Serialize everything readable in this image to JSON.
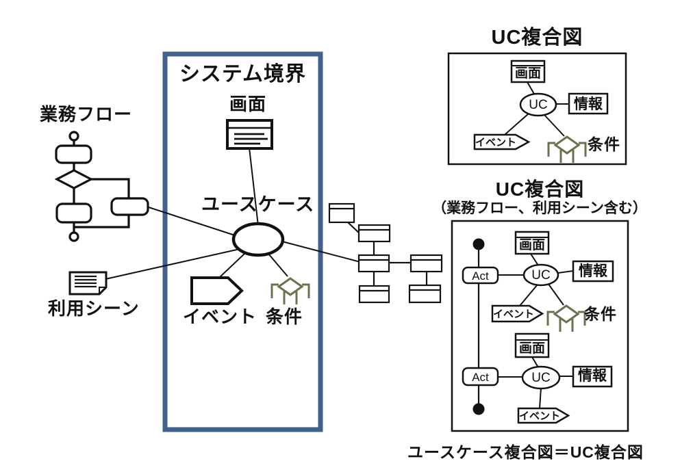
{
  "colors": {
    "boundary_border": "#42618F",
    "condition_icon": "#6F6F4D",
    "line_black": "#111111",
    "background": "#FFFFFF"
  },
  "labels": {
    "business_flow": "業務フロー",
    "usage_scene": "利用シーン",
    "system_boundary": "システム境界",
    "screen": "画面",
    "use_case": "ユースケース",
    "event": "イベント",
    "condition": "条件",
    "uc": "UC",
    "info": "情報",
    "act": "Act",
    "uc_composite_title": "UC複合図",
    "uc_composite_subtitle": "（業務フロー、利用シーン含む）",
    "caption": "ユースケース複合図＝UC複合図"
  }
}
